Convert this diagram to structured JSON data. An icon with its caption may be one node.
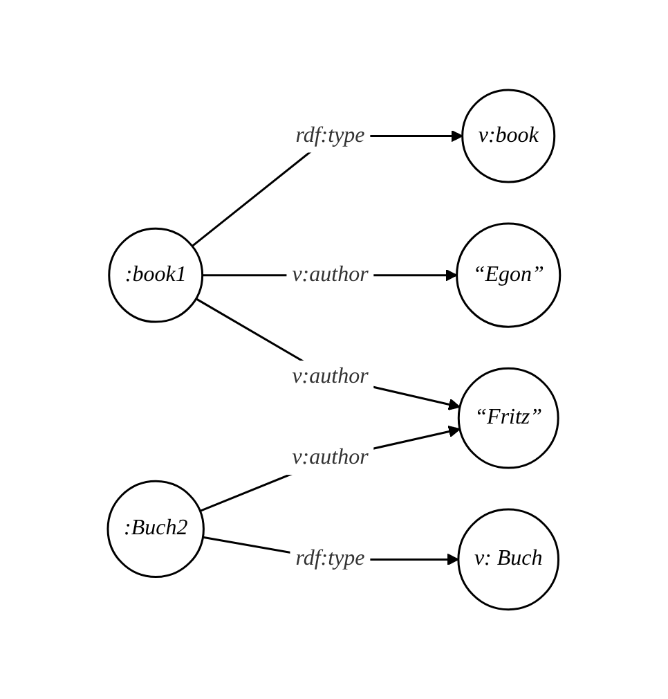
{
  "diagram": {
    "nodes": [
      {
        "text": [
          ":book1"
        ]
      },
      {
        "text": [
          "v:book"
        ]
      },
      {
        "text": [
          "“Egon”"
        ]
      },
      {
        "text": [
          "“Fritz”"
        ]
      },
      {
        "text": [
          ":Buch2"
        ]
      },
      {
        "text": [
          "v: Buch"
        ]
      }
    ],
    "edges": [
      {
        "from": 0,
        "to": 1,
        "arrow": "to",
        "label": "rdf:type"
      },
      {
        "from": 0,
        "to": 2,
        "arrow": "to",
        "label": "v:author"
      },
      {
        "from": 0,
        "to": 3,
        "arrow": "to",
        "label": "v:author"
      },
      {
        "from": 4,
        "to": 3,
        "arrow": "to",
        "label": "v:author"
      },
      {
        "from": 4,
        "to": 5,
        "arrow": "to",
        "label": "rdf:type"
      }
    ]
  }
}
